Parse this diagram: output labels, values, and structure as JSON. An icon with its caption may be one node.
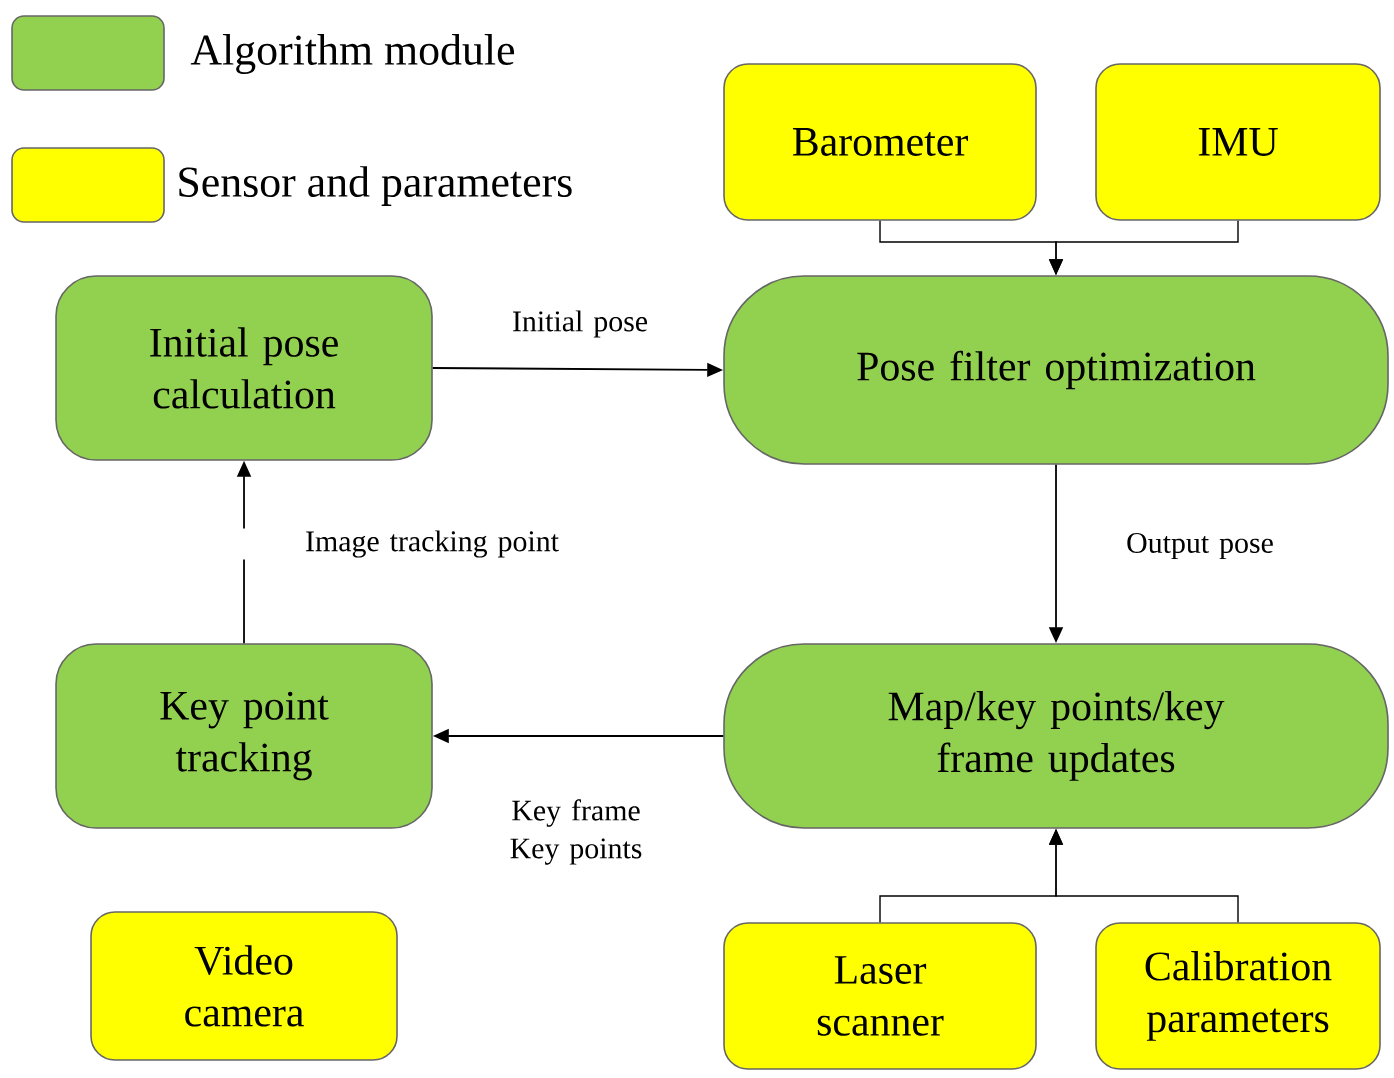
{
  "diagram": {
    "nodes": [
      {
        "text": [
          "Barometer"
        ]
      },
      {
        "text": [
          "IMU"
        ]
      },
      {
        "text": [
          "Initial pose calculation"
        ]
      },
      {
        "text": [
          "Pose filter optimization"
        ]
      },
      {
        "text": [
          "Key point tracking"
        ]
      },
      {
        "text": [
          "Map/key points/key frame updates"
        ]
      },
      {
        "text": [
          "Video camera"
        ]
      },
      {
        "text": [
          "Laser scanner"
        ]
      },
      {
        "text": [
          "Calibration parameters"
        ]
      }
    ],
    "edges": [
      {
        "from": 0,
        "to": 3,
        "arrow": "to"
      },
      {
        "from": 1,
        "to": 3,
        "arrow": "to"
      },
      {
        "from": 2,
        "to": 3,
        "arrow": "to",
        "label": "Initial pose"
      },
      {
        "from": 3,
        "to": 5,
        "arrow": "to",
        "label": "Output pose"
      },
      {
        "from": 5,
        "to": 4,
        "arrow": "to",
        "label": "Key frame Key points"
      },
      {
        "from": 4,
        "to": 2,
        "arrow": "to",
        "label": "Image tracking point"
      },
      {
        "from": 7,
        "to": 5,
        "arrow": "to"
      },
      {
        "from": 8,
        "to": 5,
        "arrow": "to"
      }
    ],
    "legend": [
      {
        "text": "Algorithm module",
        "color": "#92d050"
      },
      {
        "text": "Sensor and parameters",
        "color": "#ffff00"
      }
    ]
  }
}
